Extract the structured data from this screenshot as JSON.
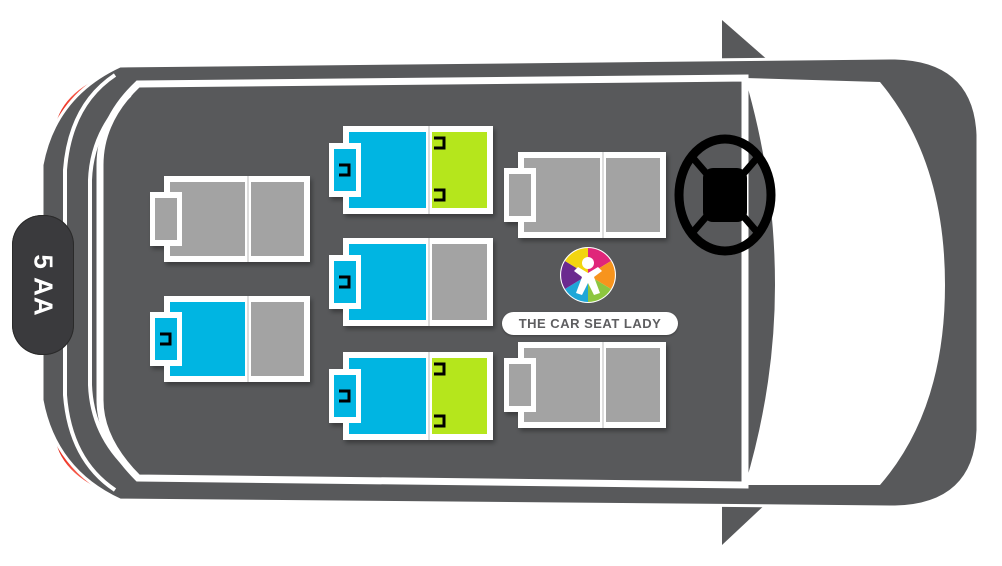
{
  "vehicle": {
    "badge_label": "5 AA"
  },
  "brand": {
    "name": "THE CAR SEAT LADY",
    "logo_colors": [
      "#6b2a8f",
      "#e0267a",
      "#f7941d",
      "#8dc63f",
      "#1fa7d8"
    ]
  },
  "colors": {
    "body": "#58595b",
    "outline": "#ffffff",
    "seat_empty": "#a3a3a3",
    "seat_occupied": "#00b5e2",
    "booster": "#b5e61d",
    "tail_light": "#ef3b2d",
    "head_light": "#eef48c",
    "anchor": "#000000"
  },
  "seats": [
    {
      "name": "driver-seat",
      "occupied": false
    },
    {
      "name": "front-passenger-seat",
      "occupied": false
    },
    {
      "name": "row2-left-seat",
      "occupied": true,
      "booster": true
    },
    {
      "name": "row2-center-seat",
      "occupied": true,
      "booster": false
    },
    {
      "name": "row2-right-seat",
      "occupied": true,
      "booster": true
    },
    {
      "name": "row3-left-seat",
      "occupied": false
    },
    {
      "name": "row3-right-seat",
      "occupied": true
    }
  ]
}
